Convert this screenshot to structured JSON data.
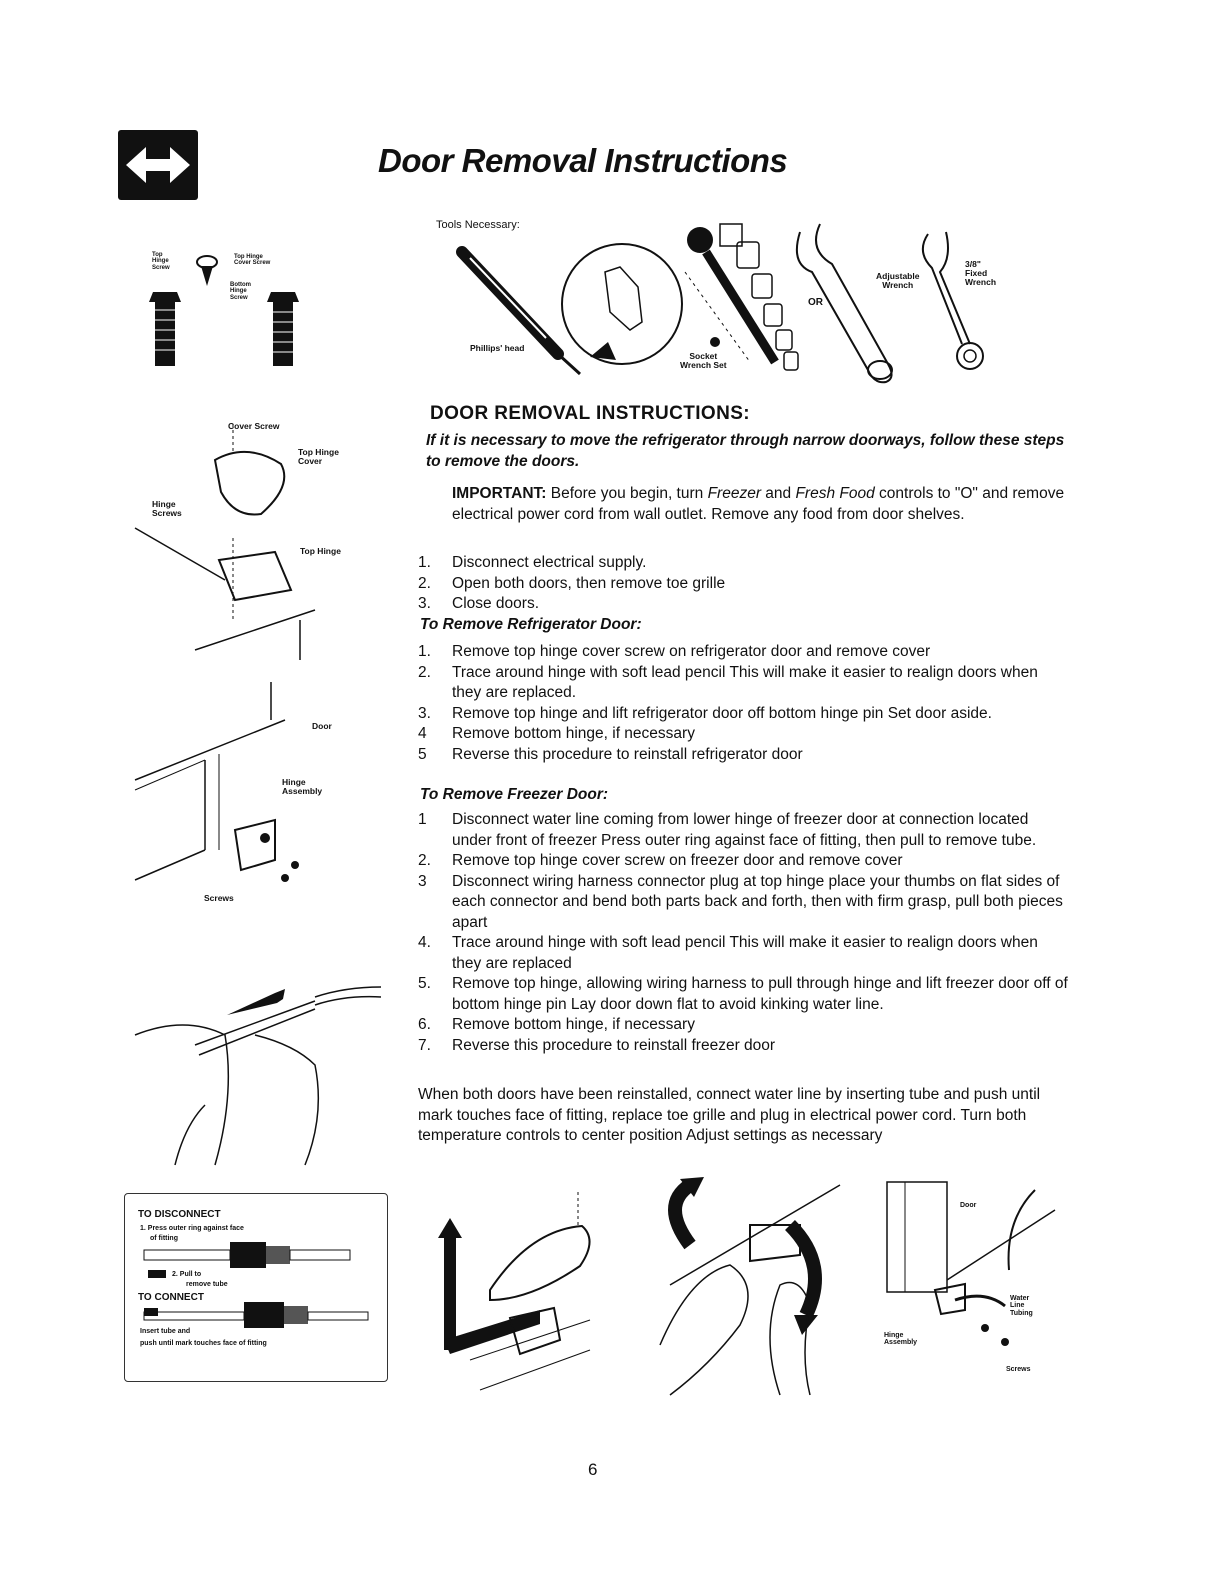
{
  "title": "Door Removal Instructions",
  "page_number": "6",
  "tools": {
    "label": "Tools Necessary:",
    "phillips": "Phillips' head",
    "socket": "Socket\nWrench Set",
    "or": "OR",
    "adjustable": "Adjustable\nWrench",
    "fixed": "3/8\"\nFixed\nWrench"
  },
  "screws": {
    "top_hinge_screw": "Top\nHinge\nScrew",
    "top_hinge_cover_screw": "Top Hinge\nCover Screw",
    "bottom_hinge_screw": "Bottom\nHinge\nScrew"
  },
  "hinge_labels": {
    "cover_screw": "Cover Screw",
    "top_hinge_cover": "Top Hinge\nCover",
    "hinge_screws": "Hinge\nScrews",
    "top_hinge": "Top Hinge"
  },
  "door_labels": {
    "door": "Door",
    "hinge_assembly": "Hinge\nAssembly",
    "screws": "Screws"
  },
  "fitting_box": {
    "to_disconnect": "TO DISCONNECT",
    "step1a": "1. Press outer ring against face",
    "step1b": "of fitting",
    "step2a": "2. Pull to",
    "step2b": "remove tube",
    "to_connect": "TO CONNECT",
    "step3a": "Insert tube and",
    "step3b": "push until mark touches face of fitting"
  },
  "bottom_labels": {
    "door": "Door",
    "water_line": "Water\nLine\nTubing",
    "hinge_assembly": "Hinge\nAssembly",
    "screws": "Screws"
  },
  "section_heading": "DOOR REMOVAL INSTRUCTIONS:",
  "intro": "If it is necessary to move the refrigerator through narrow doorways, follow these steps to remove the doors.",
  "important_label": "IMPORTANT:",
  "important_text_1": " Before you begin, turn ",
  "important_freezer": "Freezer",
  "important_text_2": " and ",
  "important_fresh": "Fresh Food",
  "important_text_3": " controls to \"O\" and remove electrical power cord from wall outlet. Remove any food from door shelves.",
  "general_steps": [
    {
      "n": "1.",
      "t": "Disconnect electrical supply."
    },
    {
      "n": "2.",
      "t": "Open both doors, then remove toe grille"
    },
    {
      "n": "3.",
      "t": "Close doors."
    }
  ],
  "refrigerator_heading": "To Remove Refrigerator Door:",
  "refrigerator_steps": [
    {
      "n": "1.",
      "t": "Remove top hinge cover screw on refrigerator door and remove cover"
    },
    {
      "n": "2.",
      "t": "Trace around hinge with soft lead pencil This will make it easier to realign doors when they are replaced."
    },
    {
      "n": "3.",
      "t": "Remove top hinge and lift refrigerator door off bottom hinge pin Set door aside."
    },
    {
      "n": "4",
      "t": "Remove bottom hinge, if necessary"
    },
    {
      "n": "5",
      "t": "Reverse this procedure to reinstall refrigerator door"
    }
  ],
  "freezer_heading": "To Remove Freezer Door:",
  "freezer_steps": [
    {
      "n": "1",
      "t": "Disconnect water line coming from lower hinge of freezer door at connection located under front of freezer Press outer ring against face of fitting, then pull to remove tube."
    },
    {
      "n": "2.",
      "t": "Remove top hinge cover screw on freezer door and remove cover"
    },
    {
      "n": "3",
      "t": "Disconnect wiring harness connector plug at top hinge place your thumbs on flat sides of each connector and bend both parts back and forth, then with firm grasp, pull both pieces apart"
    },
    {
      "n": "4.",
      "t": "Trace around hinge with soft lead pencil This will make it easier to realign doors when they are replaced"
    },
    {
      "n": "5.",
      "t": "Remove top hinge, allowing wiring harness to pull through hinge and lift freezer door off of bottom hinge pin Lay door down flat to avoid kinking water line."
    },
    {
      "n": "6.",
      "t": "Remove bottom hinge, if necessary"
    },
    {
      "n": "7.",
      "t": "Reverse this procedure to reinstall freezer door"
    }
  ],
  "closing": "When both doors have been reinstalled, connect water line by inserting tube and push until mark touches face of fitting, replace toe grille and plug in electrical power cord. Turn both temperature controls to center position Adjust settings as necessary"
}
